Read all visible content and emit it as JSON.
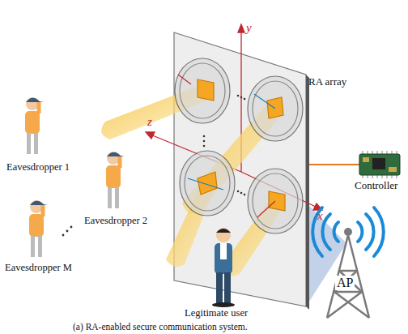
{
  "diagram": {
    "caption": "(a) RA-enabled secure communication system.",
    "nodes": [
      {
        "text": [
          "RA array"
        ]
      },
      {
        "text": [
          "Controller"
        ]
      }
    ],
    "edges": [
      {
        "from": 0,
        "to": 1,
        "arrow": "none"
      }
    ],
    "labels": [
      "y",
      "z",
      "x",
      "Eavesdropper 1",
      "Eavesdropper 2",
      "Eavesdropper M",
      "Legitimate user",
      "AP"
    ]
  }
}
